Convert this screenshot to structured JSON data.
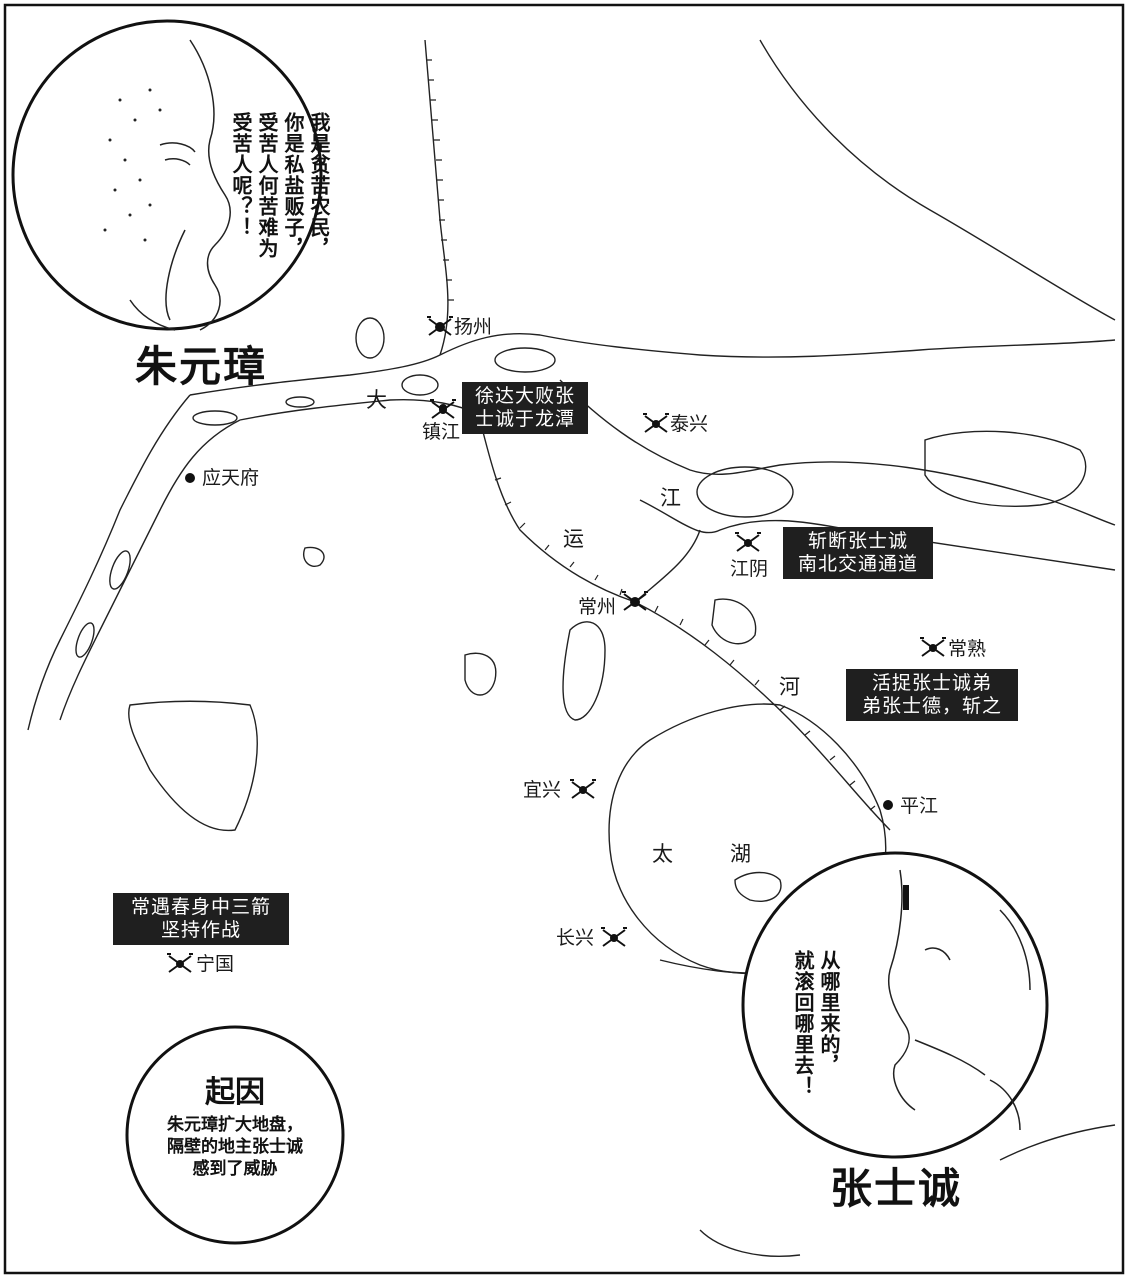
{
  "cities": {
    "yangzhou": "扬州",
    "zhenjiang": "镇江",
    "yingtianfu": "应天府",
    "taixing": "泰兴",
    "jiangyin": "江阴",
    "changzhou": "常州",
    "changshu": "常熟",
    "yixing": "宜兴",
    "pingjiang": "平江",
    "changxing": "长兴",
    "ningguo": "宁国"
  },
  "rivers": {
    "da": "大",
    "jiang": "江",
    "yun": "运",
    "he": "河",
    "tai": "太",
    "hu": "湖"
  },
  "annotations": {
    "longtan": [
      "徐达大败张",
      "士诚于龙潭"
    ],
    "jiangyin_cut": [
      "斩断张士诚",
      "南北交通通道"
    ],
    "changshu_capture": [
      "活捉张士诚弟",
      "弟张士德，斩之"
    ],
    "ningguo_arrows": [
      "常遇春身中三箭",
      "坚持作战"
    ]
  },
  "characters": {
    "zhu": {
      "name": "朱元璋",
      "quote": [
        "我是贫苦农民，",
        "你是私盐贩子，",
        "受苦人何苦难为",
        "受苦人呢？！"
      ]
    },
    "zhang": {
      "name": "张士诚",
      "quote": [
        "从哪里来的，",
        "就滚回哪里去！"
      ]
    }
  },
  "cause": {
    "title": "起因",
    "lines": [
      "朱元璋扩大地盘，",
      "隔壁的地主张士诚",
      "感到了威胁"
    ]
  },
  "colors": {
    "ink": "#1a1a1a",
    "box": "#1f1f1f",
    "paper": "#ffffff"
  },
  "icons": {
    "battle": "crossed-swords-icon",
    "city": "dot-marker-icon"
  }
}
